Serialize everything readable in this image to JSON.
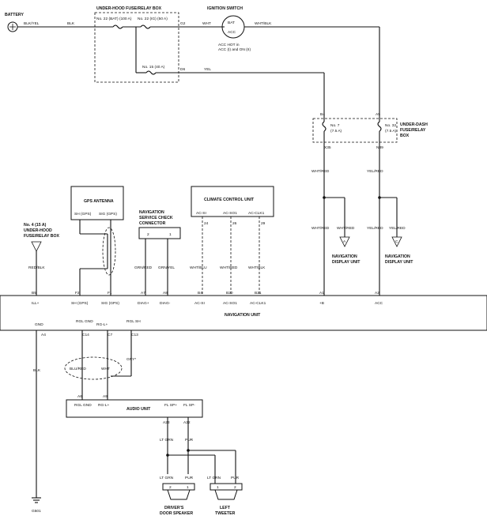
{
  "battery": {
    "label": "BATTERY",
    "wire": "BLK/YEL",
    "wire2": "BLK"
  },
  "underhood": {
    "title": "UNDER-HOOD FUSE/RELAY BOX",
    "fuse22bat": "No. 22 (BAT) (100 A)",
    "fuse22ig": "No. 22 (IG) (50 A)",
    "fuse15": "No. 15 (40 A)",
    "g2": "G2",
    "d6": "D6"
  },
  "ignition": {
    "title": "IGNITION SWITCH",
    "bat": "BAT",
    "acc": "ACC",
    "note1": "ACC HOT in",
    "note2": "ACC (I) and ON (II)",
    "wire_in": "WHT",
    "wire_out": "WHT/BLK"
  },
  "yel_wire": "YEL",
  "underdash": {
    "title1": "UNDER-DASH",
    "title2": "FUSE/RELAY",
    "title3": "BOX",
    "b4": "B4",
    "a5": "A5",
    "fuse7": "No. 7",
    "fuse7a": "(7.5 A)",
    "fuse32": "No. 32",
    "fuse32a": "(7.5 A)",
    "x35": "X35",
    "n39": "N39"
  },
  "nav_display": {
    "wire1": "WHT/RED",
    "wire2": "YEL/RED",
    "label1": "NAVIGATION",
    "label2": "DISPLAY UNIT",
    "ref_a": "A",
    "ref_c": "C"
  },
  "gps": {
    "title": "GPS ANTENNA",
    "sh": "SH (GPS)",
    "sig": "SIG (GPS)"
  },
  "nav_service": {
    "t1": "NAVIGATION",
    "t2": "SERVICE CHECK",
    "t3": "CONNECTOR",
    "p2": "2",
    "p1": "1",
    "w1": "GRN/RED",
    "w2": "GRN/YEL"
  },
  "climate": {
    "title": "CLIMATE CONTROL UNIT",
    "p1": "AC-SI",
    "p2": "AC-SO1",
    "p3": "AC-CLK1",
    "n1": "24",
    "n2": "26",
    "n3": "29",
    "w1": "WHT/BLU",
    "w2": "WHT/RED",
    "w3": "WHT/BLK"
  },
  "fuse4": {
    "l1": "No. 4 (15 A)",
    "l2": "UNDER-HOOD",
    "l3": "FUSE/RELAY BOX",
    "wire": "RED/BLK"
  },
  "nav_unit": {
    "title": "NAVIGATION UNIT",
    "pins": [
      "B5",
      "F2",
      "F1",
      "A7",
      "A8",
      "B4",
      "B20",
      "B21",
      "A1",
      "A2"
    ],
    "labels": [
      "ILL+",
      "SH (GPS)",
      "SIG (GPS)",
      "DIAG+",
      "DIAG-",
      "AC-SI",
      "AC-SO1",
      "AC-CLK1",
      "+B",
      "ACC"
    ],
    "bottom_labels": [
      "GND",
      "RGL GND",
      "RG-L+",
      "RGL SH"
    ],
    "bottom_pins": [
      "A4",
      "C14",
      "C7",
      "C13"
    ]
  },
  "audio_wires": {
    "w1": "BLU/RED",
    "w2": "WHT",
    "gry": "GRY*",
    "gnd": "BLK",
    "g501": "G501"
  },
  "audio_unit": {
    "title": "AUDIO UNIT",
    "l1": "RGL GND",
    "l2": "RG-L+",
    "l3": "FL SP+",
    "l4": "FL SP-",
    "a6": "A6",
    "a9": "A9",
    "a23": "A23",
    "a22": "A22"
  },
  "speakers": {
    "w_ltgrn": "LT GRN",
    "w_pur": "PUR",
    "door1": "DRIVER'S",
    "door2": "DOOR SPEAKER",
    "tw1": "LEFT",
    "tw2": "TWEETER",
    "p1": "1",
    "p2": "2"
  }
}
